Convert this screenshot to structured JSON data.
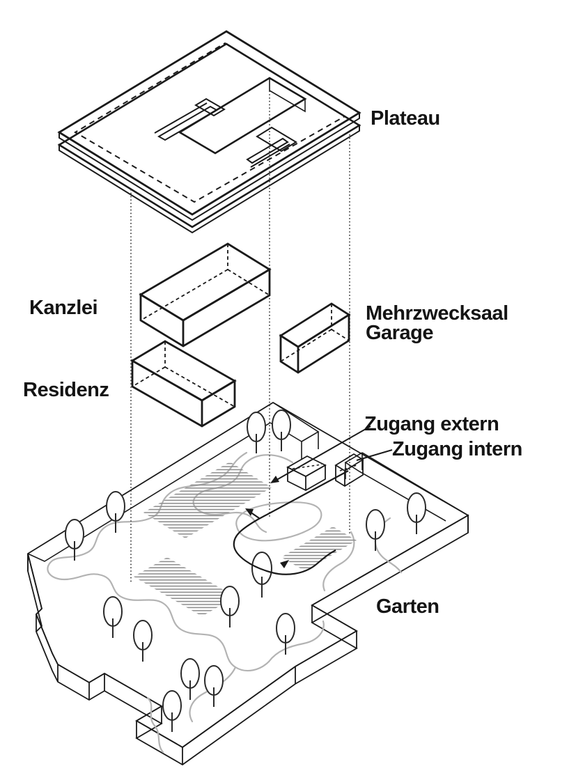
{
  "diagram": {
    "type": "exploded-axonometric-architecture-diagram",
    "labels": {
      "plateau": "Plateau",
      "kanzlei": "Kanzlei",
      "residenz": "Residenz",
      "mehrzwecksaal": "Mehrzwecksaal",
      "garage": "Garage",
      "zugang_extern": "Zugang extern",
      "zugang_intern": "Zugang intern",
      "garten": "Garten"
    },
    "colors": {
      "ink": "#1a1a1a",
      "label_text": "#141414",
      "path_gray": "#b3b3b3",
      "footprint_hatch_gray": "#8f8f8f",
      "background": "#ffffff"
    }
  }
}
